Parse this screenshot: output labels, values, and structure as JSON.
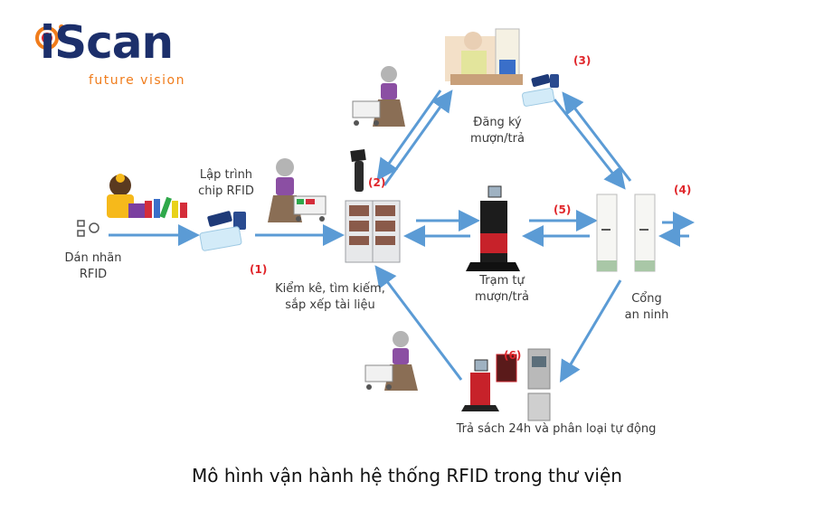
{
  "logo": {
    "brand": "iScan",
    "tagline": "future vision",
    "colors": {
      "brand": "#1c2f6b",
      "accent": "#f07c1b",
      "dot": "#e0262b"
    }
  },
  "nodes": {
    "tag": {
      "label_line1": "Dán nhãn",
      "label_line2": "RFID"
    },
    "programming": {
      "label_line1": "Lập trình",
      "label_line2": "chip RFID"
    },
    "shelf": {
      "label_line1": "Kiểm kê, tìm kiếm,",
      "label_line2": "sắp xếp tài liệu"
    },
    "register": {
      "label_line1": "Đăng ký",
      "label_line2": "mượn/trả"
    },
    "kiosk": {
      "label_line1": "Trạm tự",
      "label_line2": "mượn/trả"
    },
    "gate": {
      "label_line1": "Cổng",
      "label_line2": "an ninh"
    },
    "bookdrop": {
      "label": "Trả sách 24h và phân loại tự động"
    }
  },
  "steps": [
    "(1)",
    "(2)",
    "(3)",
    "(4)",
    "(5)",
    "(6)"
  ],
  "caption": "Mô hình vận hành hệ thống RFID trong thư viện",
  "colors": {
    "arrow": "#5b9bd5",
    "step": "#e0262b"
  }
}
